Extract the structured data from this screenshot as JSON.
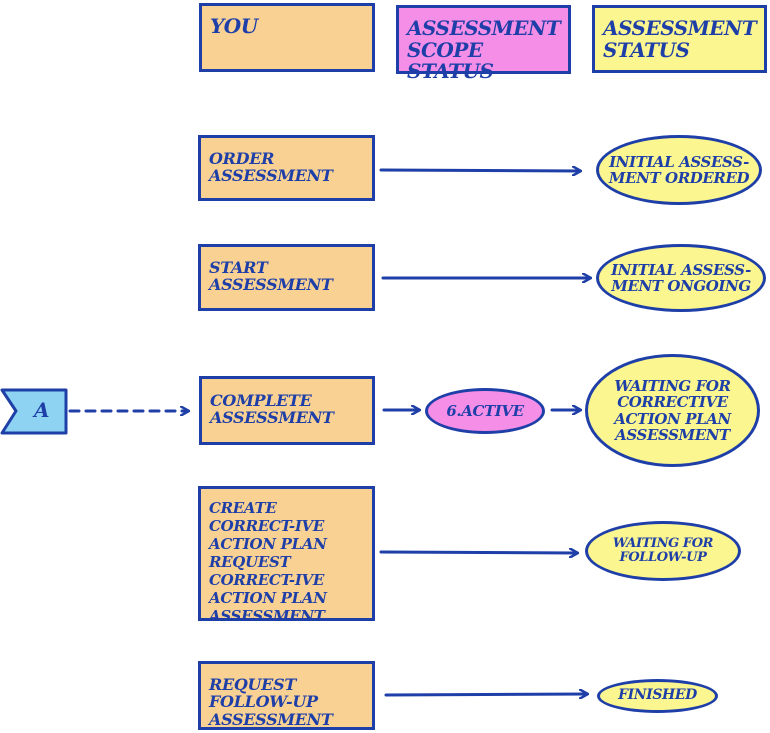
{
  "headers": {
    "you": "You",
    "scope_status": "Assessment Scope status",
    "assessment_status": "Assessment Status"
  },
  "steps": [
    {
      "action": "Order Assessment",
      "status": "Initial Assess-ment ordered"
    },
    {
      "action": "Start Assessment",
      "status": "Initial Assess-ment ongoing"
    },
    {
      "action": "Complete Assessment",
      "scope_status": "6.Active",
      "status": "Waiting for Corrective Action Plan Assessment"
    },
    {
      "action": "Create Correct-ive Action Plan Request Correct-ive action plan Assessment",
      "status": "Waiting for follow-up"
    },
    {
      "action": "Request Follow-up assessment",
      "status": "Finished"
    }
  ],
  "connector": {
    "label": "A"
  },
  "colors": {
    "ink": "#1f3fa8",
    "orange": "#f9d193",
    "pink": "#f48ee6",
    "yellow": "#fbf68f",
    "flag": "#8fd3f2"
  }
}
